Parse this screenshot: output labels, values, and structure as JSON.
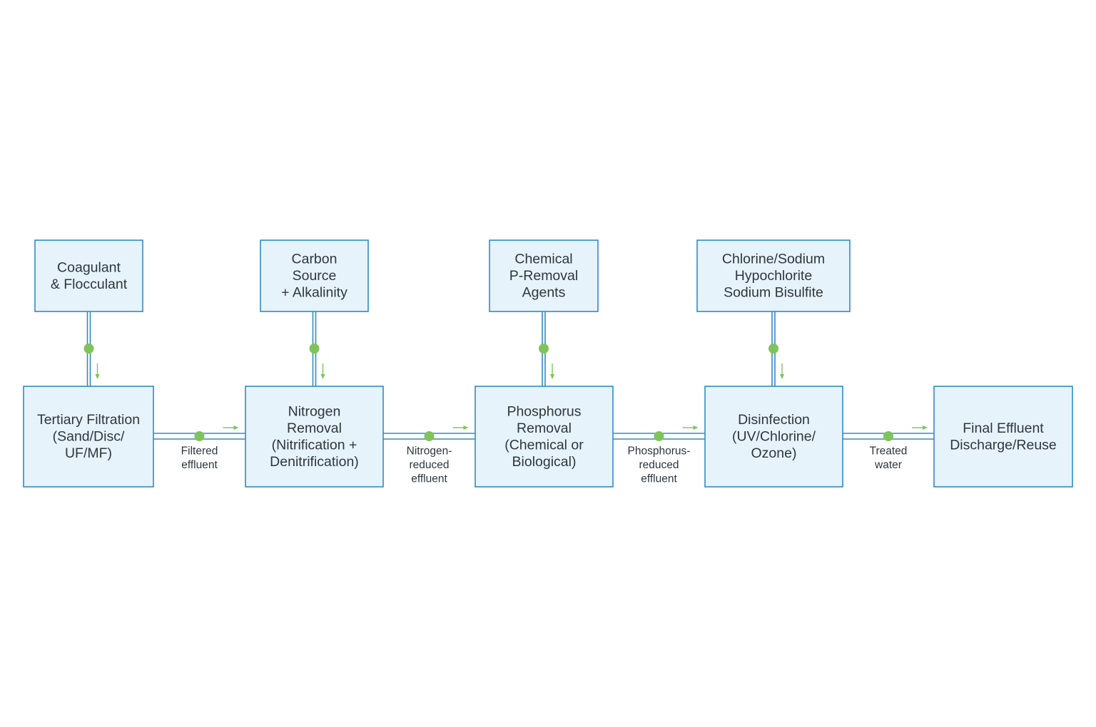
{
  "colors": {
    "box_fill": "#e6f3fa",
    "box_stroke": "#2f8bc7",
    "connector": "#2f8bc7",
    "flow_marker": "#7ec45a",
    "text": "#2f3640"
  },
  "dosing": [
    {
      "id": "coagulant",
      "lines": [
        "Coagulant",
        "& Flocculant"
      ]
    },
    {
      "id": "carbon",
      "lines": [
        "Carbon",
        "Source",
        "+ Alkalinity"
      ]
    },
    {
      "id": "chemical-p",
      "lines": [
        "Chemical",
        "P-Removal",
        "Agents"
      ]
    },
    {
      "id": "chlorine",
      "lines": [
        "Chlorine/Sodium",
        "Hypochlorite",
        "Sodium Bisulfite"
      ]
    }
  ],
  "stages": [
    {
      "id": "tertiary-filtration",
      "lines": [
        "Tertiary Filtration",
        "(Sand/Disc/",
        "UF/MF)"
      ]
    },
    {
      "id": "nitrogen-removal",
      "lines": [
        "Nitrogen",
        "Removal",
        "(Nitrification +",
        "Denitrification)"
      ]
    },
    {
      "id": "phosphorus-removal",
      "lines": [
        "Phosphorus",
        "Removal",
        "(Chemical or",
        "Biological)"
      ]
    },
    {
      "id": "disinfection",
      "lines": [
        "Disinfection",
        "(UV/Chlorine/",
        "Ozone)"
      ]
    },
    {
      "id": "final-effluent",
      "lines": [
        "Final Effluent",
        "Discharge/Reuse"
      ]
    }
  ],
  "flows": [
    {
      "id": "filtered-effluent",
      "lines": [
        "Filtered",
        "effluent"
      ]
    },
    {
      "id": "nitrogen-reduced-effluent",
      "lines": [
        "Nitrogen-",
        "reduced",
        "effluent"
      ]
    },
    {
      "id": "phosphorus-reduced-effluent",
      "lines": [
        "Phosphorus-",
        "reduced",
        "effluent"
      ]
    },
    {
      "id": "treated-water",
      "lines": [
        "Treated",
        "water"
      ]
    }
  ]
}
